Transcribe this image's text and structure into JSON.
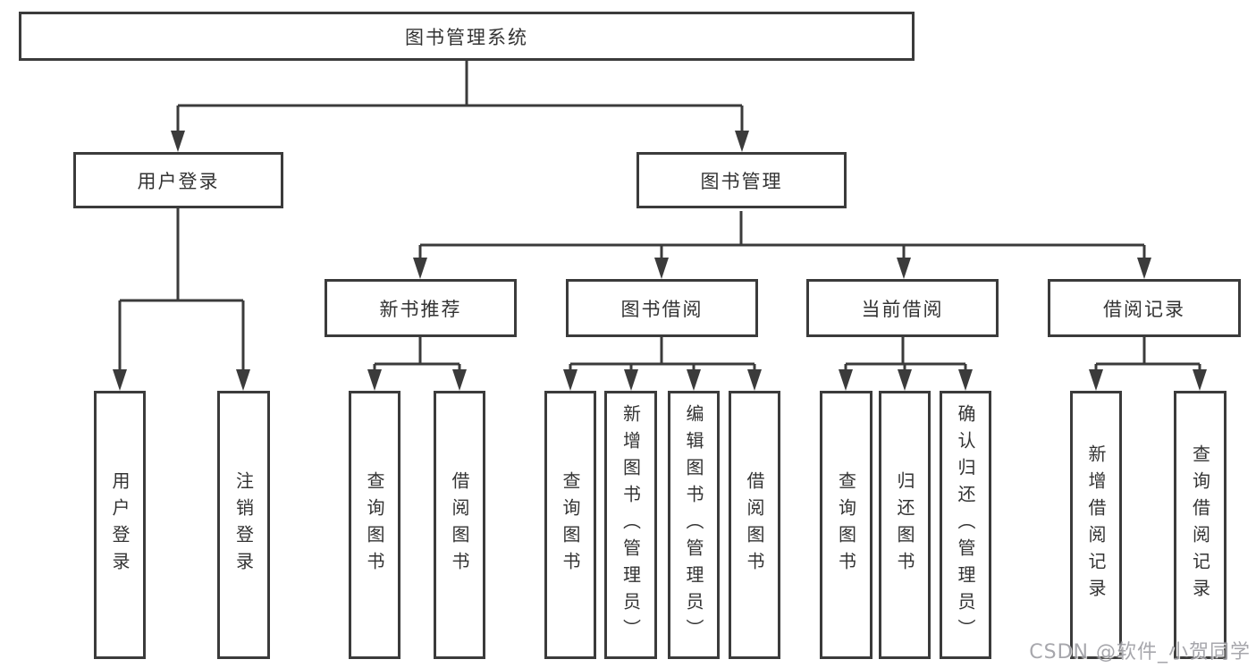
{
  "tree": {
    "root": {
      "label": "图书管理系统",
      "children": [
        {
          "label": "用户登录",
          "children": [
            {
              "label": "用户登录"
            },
            {
              "label": "注销登录"
            }
          ]
        },
        {
          "label": "图书管理",
          "children": [
            {
              "label": "新书推荐",
              "children": [
                {
                  "label": "查询图书"
                },
                {
                  "label": "借阅图书"
                }
              ]
            },
            {
              "label": "图书借阅",
              "children": [
                {
                  "label": "查询图书"
                },
                {
                  "label": "新增图书（管理员）"
                },
                {
                  "label": "编辑图书（管理员）"
                },
                {
                  "label": "借阅图书"
                }
              ]
            },
            {
              "label": "当前借阅",
              "children": [
                {
                  "label": "查询图书"
                },
                {
                  "label": "归还图书"
                },
                {
                  "label": "确认归还（管理员）"
                }
              ]
            },
            {
              "label": "借阅记录",
              "children": [
                {
                  "label": "新增借阅记录"
                },
                {
                  "label": "查询借阅记录"
                }
              ]
            }
          ]
        }
      ]
    }
  },
  "watermark": {
    "text": "CSDN @软件_小贺同学"
  },
  "colors": {
    "line": "#3b3b3b",
    "text": "#333333",
    "background": "#ffffff",
    "watermark": "#9e9ea4"
  }
}
